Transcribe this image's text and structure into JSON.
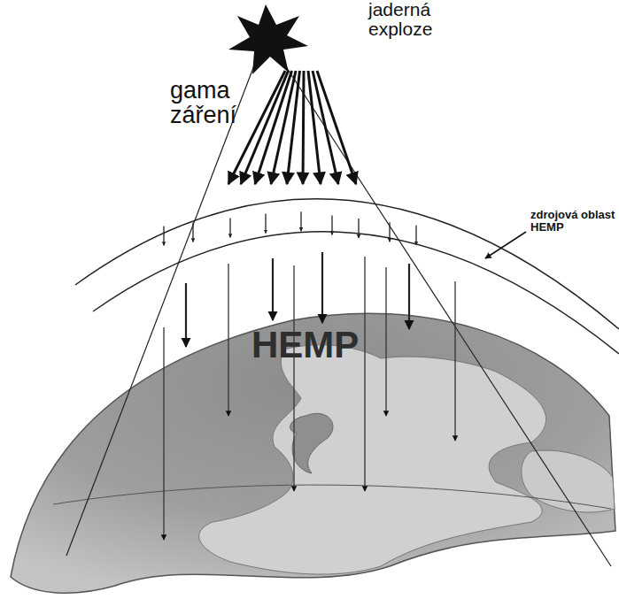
{
  "diagram": {
    "labels": [
      "jaderná exploze",
      "gama záření",
      "zdrojová oblast HEMP",
      "HEMP"
    ]
  }
}
